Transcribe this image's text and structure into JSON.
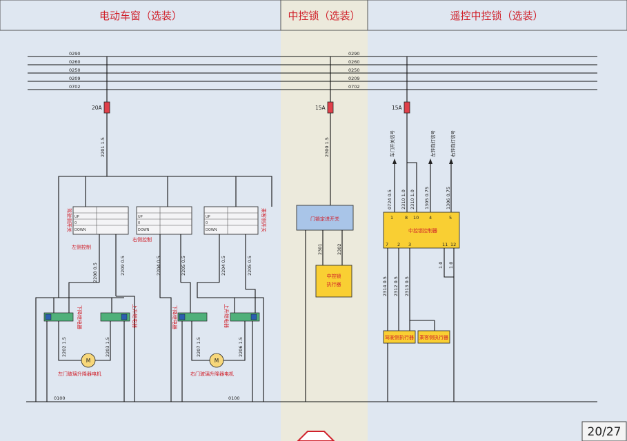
{
  "sections": {
    "power_window": "电动车窗（选装）",
    "central_lock": "中控锁（选装）",
    "remote_lock": "遥控中控锁（选装）"
  },
  "buses": [
    "0290",
    "0260",
    "0250",
    "0209",
    "0702"
  ],
  "ground_bus": "0100",
  "fuses": {
    "window": "20A",
    "lock": "15A",
    "remote": "15A"
  },
  "wires": {
    "w2201": "2201 1.5",
    "w2300": "2300 1.5",
    "w0724": "0724 0.5",
    "w2310a": "2310 1.0",
    "w2310b": "2310 1.0",
    "w1305": "1305 0.75",
    "w1306": "1306 0.75",
    "w2208": "2208 0.5",
    "w2209": "2209 0.5",
    "w2204a": "2204 0.5",
    "w2205a": "2205 0.5",
    "w2204b": "2204 0.5",
    "w2205b": "2205 0.5",
    "w2202": "2202 1.5",
    "w2203": "2203 1.5",
    "w2207": "2207 1.5",
    "w2206": "2206 1.5",
    "w2301": "2301",
    "w2302": "2302",
    "w2314": "2314 0.5",
    "w2312": "2312 0.5",
    "w2313": "2313 0.5",
    "w10a": "1.0",
    "w10b": "1.0"
  },
  "labels": {
    "driver_switch": "驾驶侧开关",
    "left_control": "左侧控制",
    "right_control": "右侧控制",
    "passenger_switch": "乘客侧开关",
    "left_down_relay": "下降继电器",
    "left_up_relay": "上升继电器",
    "right_down_relay": "下降继电器",
    "right_up_relay": "上升继电器",
    "left_motor": "左门玻璃升降器电机",
    "right_motor": "右门玻璃升降器电机",
    "motor_symbol": "M",
    "door_lock_switch": "门锁定进开关",
    "lock_actuator_1": "中控锁",
    "lock_actuator_2": "执行器",
    "controller": "中控锁控制器",
    "driver_actuator": "驾驶侧执行器",
    "passenger_actuator": "乘客侧执行器",
    "door_signal": "车门开关信号",
    "left_turn_signal": "左转向灯信号",
    "right_turn_signal": "右转向灯信号",
    "sw_up": "UP",
    "sw_zero": "0",
    "sw_down": "DOWN"
  },
  "controller_pins_top": [
    "1",
    "8",
    "10",
    "4",
    "5"
  ],
  "controller_pins_bottom": [
    "7",
    "2",
    "3",
    "11",
    "12"
  ],
  "page_number": "20/27"
}
